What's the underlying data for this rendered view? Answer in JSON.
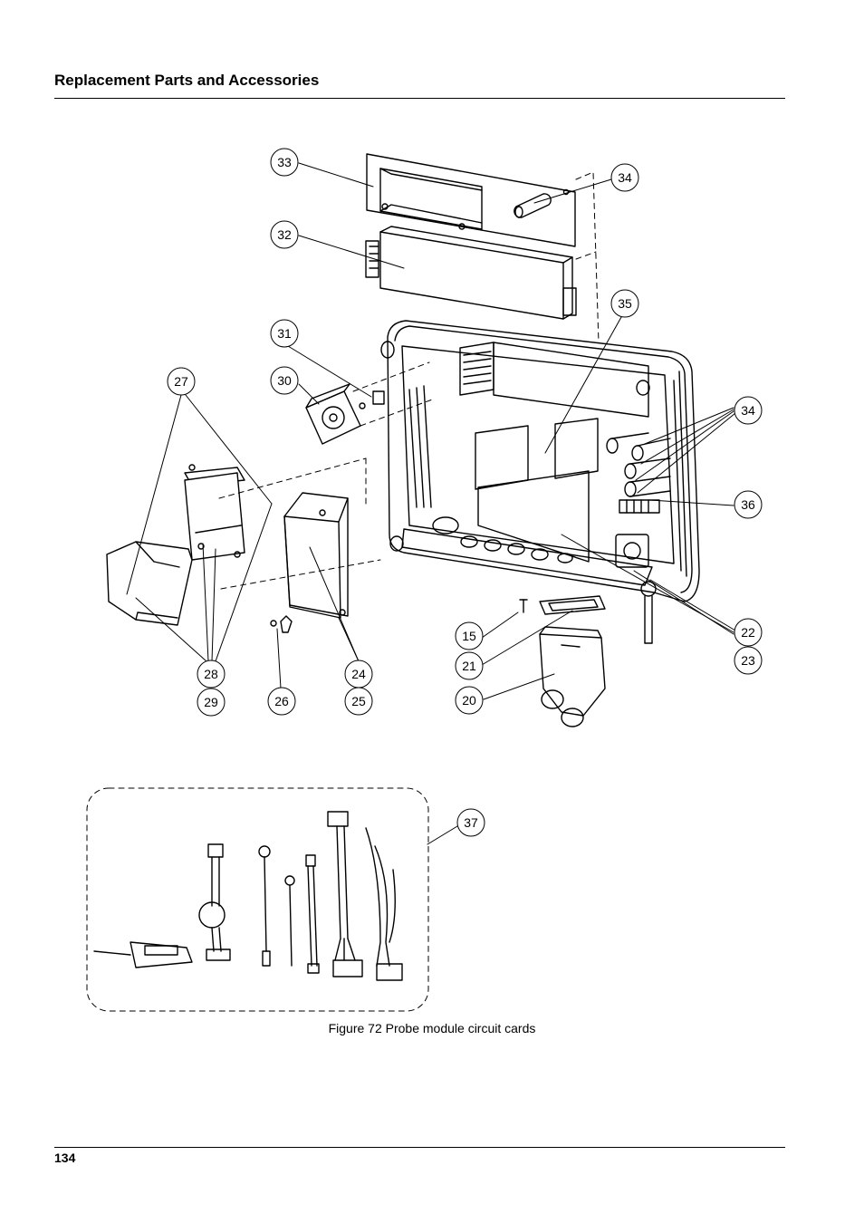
{
  "header": {
    "title": "Replacement Parts and Accessories"
  },
  "footer": {
    "page_number": "134"
  },
  "figure": {
    "caption": "Figure 72  Probe module circuit cards"
  },
  "callouts": {
    "c15": "15",
    "c20": "20",
    "c21": "21",
    "c22": "22",
    "c23": "23",
    "c24": "24",
    "c25": "25",
    "c26": "26",
    "c27": "27",
    "c28": "28",
    "c29": "29",
    "c30": "30",
    "c31": "31",
    "c32": "32",
    "c33": "33",
    "c34a": "34",
    "c34b": "34",
    "c35": "35",
    "c36": "36",
    "c37": "37"
  }
}
